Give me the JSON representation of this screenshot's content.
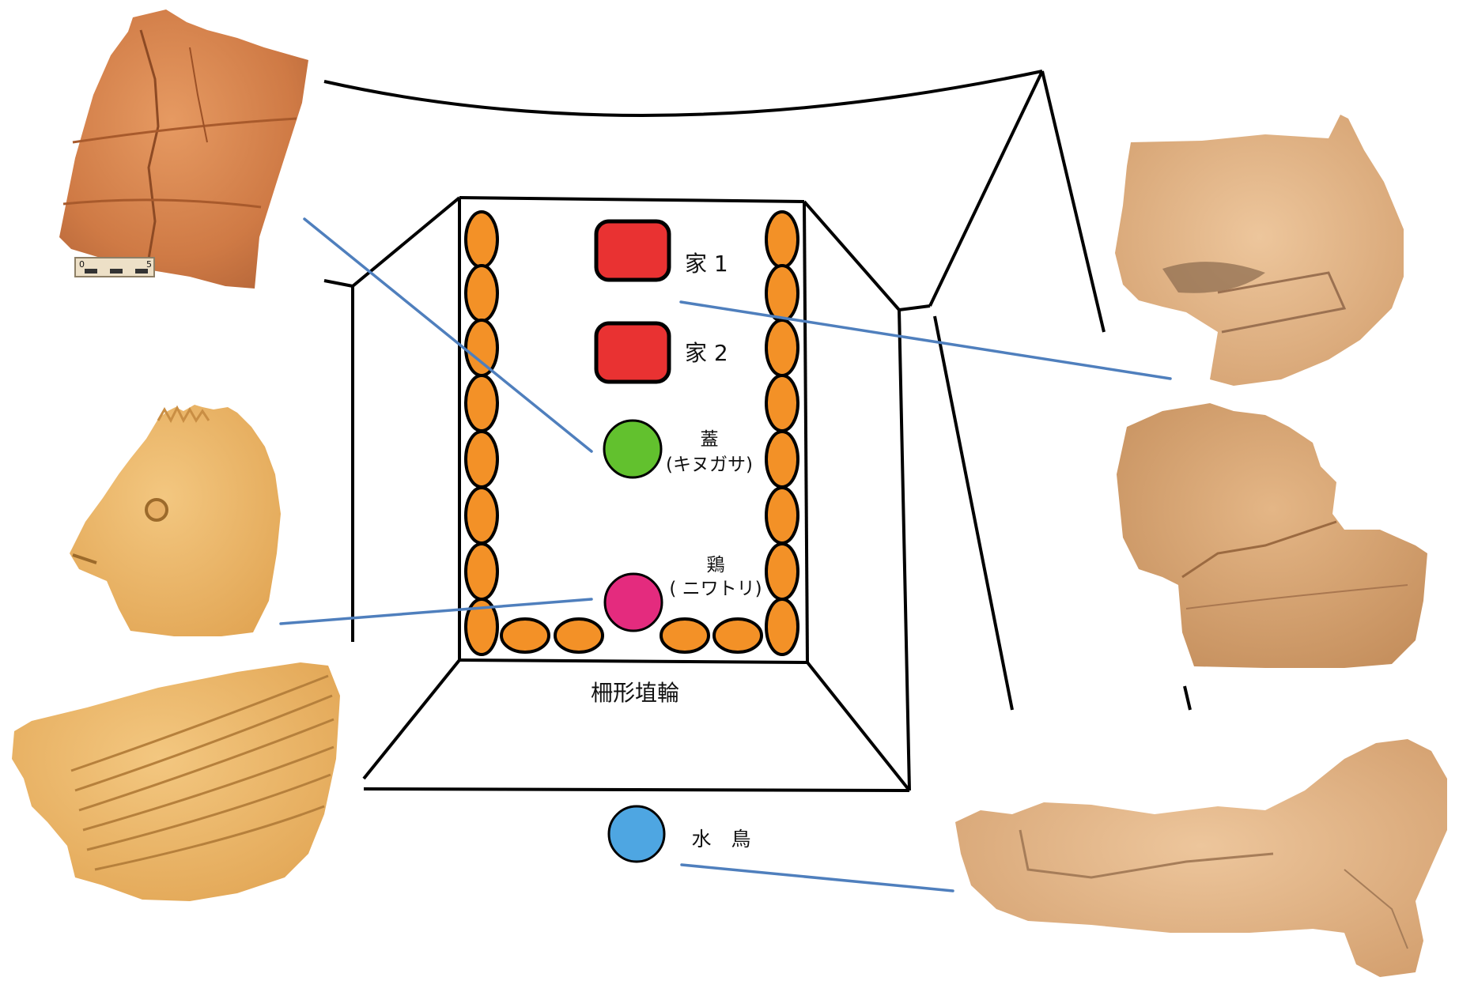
{
  "labels": {
    "house1": "家 1",
    "house2": "家 2",
    "parasol": "蓋",
    "parasol_reading": "(キヌガサ)",
    "chicken": "鶏",
    "chicken_reading": "( ニワトリ)",
    "fence": "柵形埴輪",
    "waterbird": "水　鳥",
    "scale_0": "0",
    "scale_5": "5"
  },
  "colors": {
    "house": "#e93232",
    "parasol": "#62c12e",
    "chicken": "#e42b7e",
    "waterbird": "#4ea6e2",
    "fence_post": "#f39127",
    "connector": "#4f7fbd",
    "outline": "#000000"
  },
  "icons": {
    "photo_top_left": "haniwa-fragment-icon",
    "photo_chicken_head": "chicken-head-fragment-icon",
    "photo_wing": "bird-wing-fragment-icon",
    "photo_house_right": "house-haniwa-fragment-icon",
    "photo_fence_right": "fence-haniwa-fragment-icon",
    "photo_waterbird": "waterbird-fragment-icon",
    "scale_bar": "scale-bar-icon"
  }
}
